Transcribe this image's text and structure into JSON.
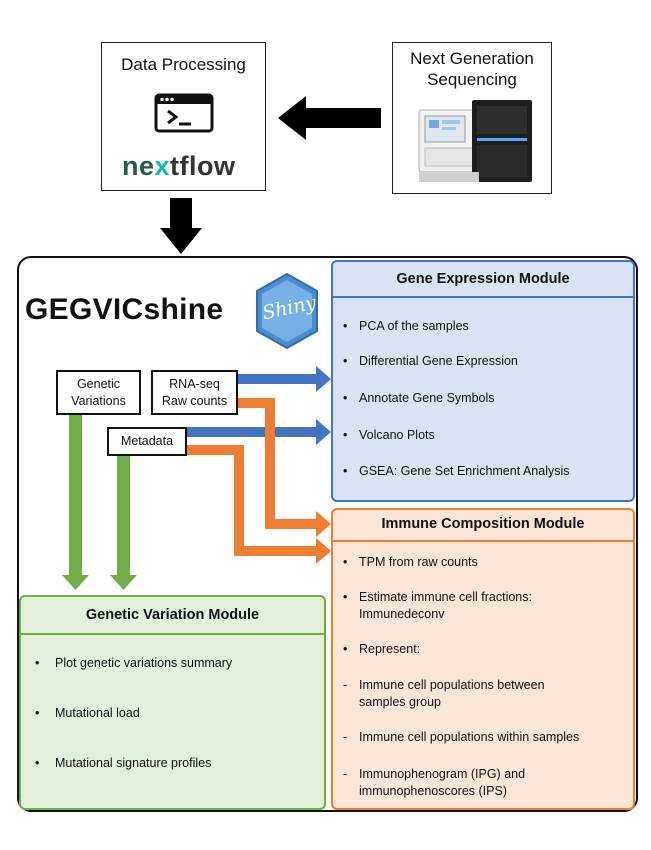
{
  "data_processing": {
    "title": "Data Processing",
    "logo_text_a": "ne",
    "logo_text_x": "x",
    "logo_text_b": "tflow"
  },
  "ngs": {
    "title_line1": "Next Generation",
    "title_line2": "Sequencing"
  },
  "app": {
    "name": "GEGVICshine",
    "shiny_badge": "Shiny"
  },
  "inputs": {
    "genetic_variations": [
      "Genetic",
      "Variations"
    ],
    "rnaseq": [
      "RNA-seq",
      "Raw counts"
    ],
    "metadata": "Metadata"
  },
  "gene_expression_module": {
    "title": "Gene Expression Module",
    "items": [
      "PCA of the samples",
      "Differential Gene Expression",
      "Annotate Gene Symbols",
      "Volcano Plots",
      "GSEA: Gene Set Enrichment Analysis"
    ]
  },
  "immune_composition_module": {
    "title": "Immune Composition Module",
    "items": [
      {
        "marker": "•",
        "lines": [
          "TPM from raw counts"
        ]
      },
      {
        "marker": "•",
        "lines": [
          "Estimate immune cell fractions:",
          "Immunedeconv"
        ]
      },
      {
        "marker": "•",
        "lines": [
          "Represent:"
        ]
      },
      {
        "marker": "-",
        "lines": [
          "Immune cell populations between",
          "samples group"
        ]
      },
      {
        "marker": "-",
        "lines": [
          "Immune cell populations within samples"
        ]
      },
      {
        "marker": "-",
        "lines": [
          "Immunophenogram (IPG) and",
          "immunophenoscores (IPS)"
        ]
      }
    ]
  },
  "genetic_variation_module": {
    "title": "Genetic Variation Module",
    "items": [
      "Plot genetic variations summary",
      "Mutational load",
      "Mutational signature profiles"
    ]
  },
  "colors": {
    "blue_fill": "#dae3f3",
    "blue_border": "#4472c4",
    "orange_fill": "#fbe5d6",
    "orange_border": "#ed7d31",
    "green_fill": "#e2efda",
    "green_border": "#70ad47",
    "nextflow_green": "#0dc09d",
    "shiny_blue": "#4a8ccc"
  }
}
